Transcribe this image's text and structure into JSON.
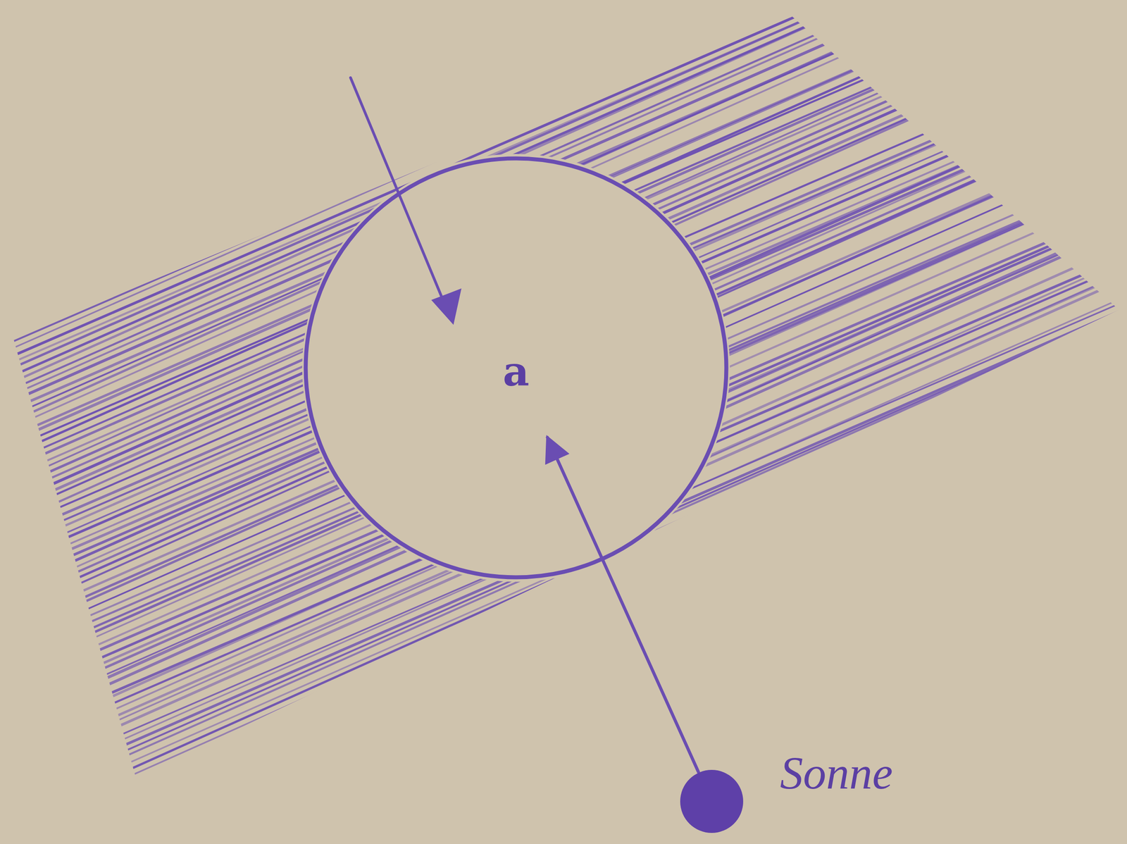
{
  "diagram": {
    "nodes": [
      {
        "text": [
          "a"
        ]
      },
      {
        "text": [
          "Sonne"
        ]
      }
    ],
    "edges": [
      {
        "from": 1,
        "to": 0,
        "arrow": "to"
      }
    ]
  }
}
